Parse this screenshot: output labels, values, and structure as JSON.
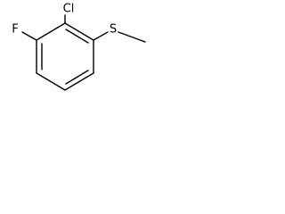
{
  "molecule": {
    "atoms": {
      "chlorine": "Cl",
      "fluorine": "F",
      "sulfur": "S"
    }
  }
}
